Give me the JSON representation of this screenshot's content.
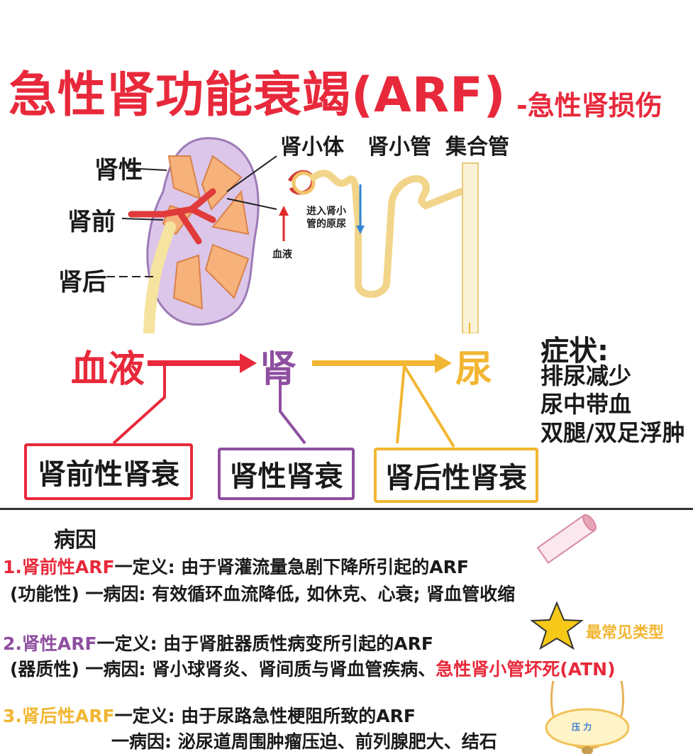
{
  "header": {
    "title": "急性肾功能衰竭(ARF)",
    "subtitle": "-急性肾损伤"
  },
  "anatomy": {
    "kidney_labels": [
      "肾性",
      "肾前",
      "肾后"
    ],
    "nephron_labels": [
      "肾小体",
      "肾小管",
      "集合管"
    ],
    "enter_tubule": "进入肾小管的原尿",
    "blood_label": "血液"
  },
  "flow": {
    "blood": "血液",
    "kidney": "肾",
    "urine": "尿",
    "boxes": [
      "肾前性肾衰",
      "肾性肾衰",
      "肾后性肾衰"
    ]
  },
  "symptoms": {
    "title": "症状:",
    "items": [
      "排尿减少",
      "尿中带血",
      "双腿/双足浮肿"
    ]
  },
  "causes": {
    "heading": "病因",
    "pre": {
      "label": "1.肾前性ARF",
      "def": "一定义:  由于肾灌流量急剧下降所引起的ARF",
      "cause": "(功能性) 一病因:  有效循环血流降低, 如休克、心衰; 肾血管收缩"
    },
    "renal": {
      "label": "2.肾性ARF",
      "def": "一定义:  由于肾脏器质性病变所引起的ARF",
      "cause": "(器质性) 一病因:  肾小球肾炎、肾间质与肾血管疾病、",
      "highlight": "急性肾小管坏死(ATN)"
    },
    "post": {
      "label": "3.肾后性ARF",
      "def": "一定义:  由于尿路急性梗阻所致的ARF",
      "cause": "一病因:  泌尿道周围肿瘤压迫、前列腺肥大、结石"
    },
    "common_type": "最常见类型",
    "pressure": "压 力"
  },
  "colors": {
    "red": "#e8293b",
    "purple": "#8e4fa0",
    "yellow": "#f2b632",
    "kidney_fill": "#f6b27a",
    "kidney_outer": "#dcc6ea"
  }
}
